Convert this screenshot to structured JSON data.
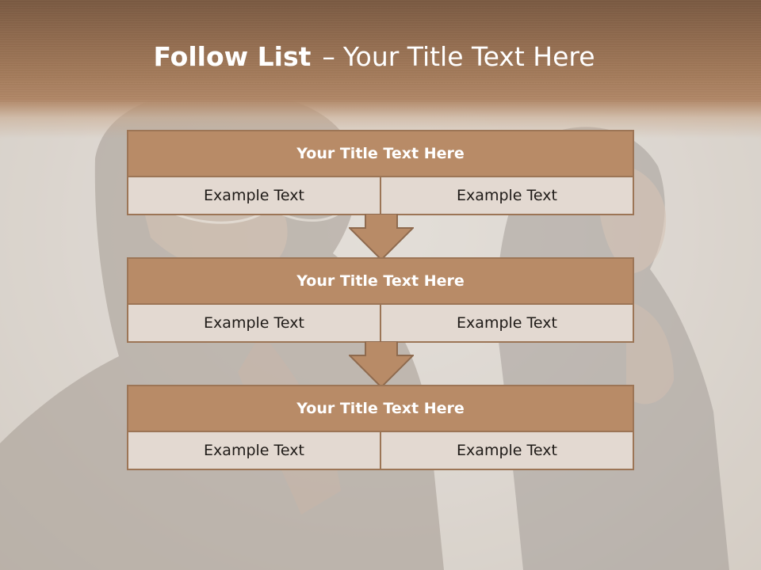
{
  "slide": {
    "title_bold": "Follow List",
    "title_dash": "–",
    "title_rest": "Your Title Text Here"
  },
  "flow": {
    "blocks": [
      {
        "title": "Your Title Text Here",
        "left": "Example Text",
        "right": "Example Text"
      },
      {
        "title": "Your Title Text Here",
        "left": "Example Text",
        "right": "Example Text"
      },
      {
        "title": "Your Title Text Here",
        "left": "Example Text",
        "right": "Example Text"
      }
    ]
  },
  "colors": {
    "header_brown": "#8f6a4e",
    "block_title_fill": "#b88b67",
    "block_cell_fill": "#e3d9d1",
    "block_border": "#9c7556",
    "arrow_fill": "#b88b67"
  }
}
